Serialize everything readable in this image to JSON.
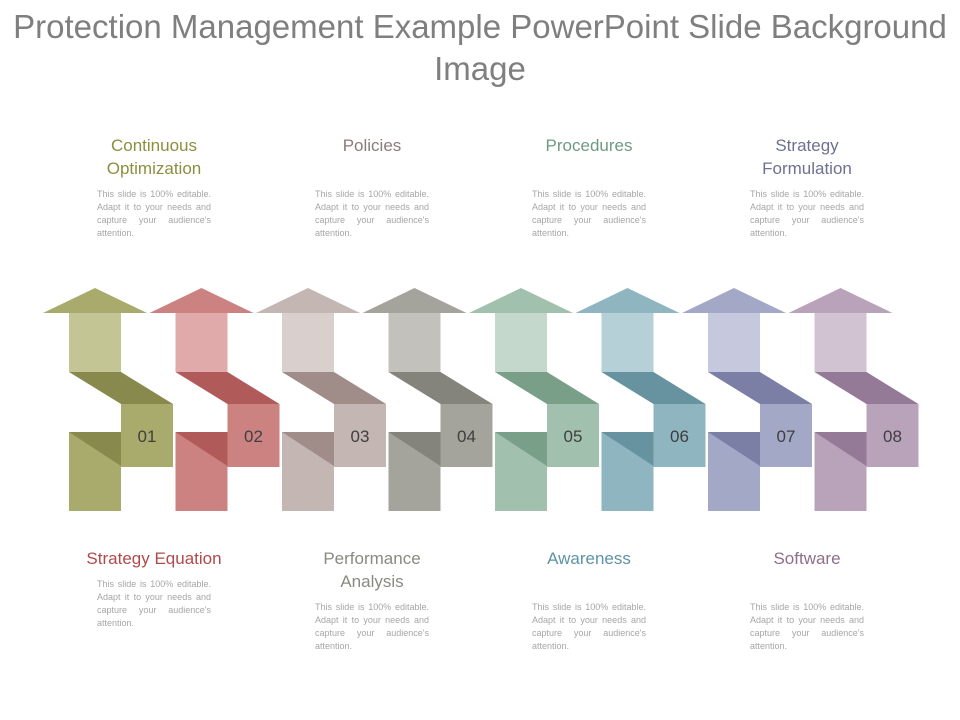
{
  "title": "Protection Management Example PowerPoint Slide Background Image",
  "top_items": [
    {
      "heading": "Continuous Optimization",
      "color": "#8b8f3e",
      "desc": "This slide is 100% editable. Adapt it to your needs and capture your audience's attention."
    },
    {
      "heading": "Policies",
      "color": "#8c7b7b",
      "desc": "This slide is 100% editable. Adapt it to your needs and capture your audience's attention."
    },
    {
      "heading": "Procedures",
      "color": "#6e9a86",
      "desc": "This slide is 100% editable. Adapt it to your needs and capture your audience's attention."
    },
    {
      "heading": "Strategy Formulation",
      "color": "#6e7092",
      "desc": "This slide is 100% editable. Adapt it to your needs and capture your audience's attention."
    }
  ],
  "bottom_items": [
    {
      "heading": "Strategy Equation",
      "color": "#b04a4a",
      "desc": "This slide is 100% editable. Adapt it to your needs and capture your audience's attention."
    },
    {
      "heading": "Performance Analysis",
      "color": "#8a8a80",
      "desc": "This slide is 100% editable. Adapt it to your needs and capture your audience's attention."
    },
    {
      "heading": "Awareness",
      "color": "#5e93a6",
      "desc": "This slide is 100% editable. Adapt it to your needs and capture your audience's attention."
    },
    {
      "heading": "Software",
      "color": "#8f6f8a",
      "desc": "This slide is 100% editable. Adapt it to your needs and capture your audience's attention."
    }
  ],
  "arrows": [
    {
      "number": "01",
      "color": "#a8ab6c",
      "dark": "#878a4c",
      "light": "#c3c595"
    },
    {
      "number": "02",
      "color": "#cd8282",
      "dark": "#b05a5a",
      "light": "#e0aaaa"
    },
    {
      "number": "03",
      "color": "#c4b6b3",
      "dark": "#a08d89",
      "light": "#d9cfcd"
    },
    {
      "number": "04",
      "color": "#a4a39c",
      "dark": "#85847c",
      "light": "#c2c1bb"
    },
    {
      "number": "05",
      "color": "#a1c0ad",
      "dark": "#7a9f88",
      "light": "#c4d9cc"
    },
    {
      "number": "06",
      "color": "#8fb5c1",
      "dark": "#66939f",
      "light": "#b6d0d8"
    },
    {
      "number": "07",
      "color": "#a4a8c7",
      "dark": "#7b7fa6",
      "light": "#c6c9de"
    },
    {
      "number": "08",
      "color": "#b9a3bb",
      "dark": "#957a97",
      "light": "#d2c3d3"
    }
  ]
}
